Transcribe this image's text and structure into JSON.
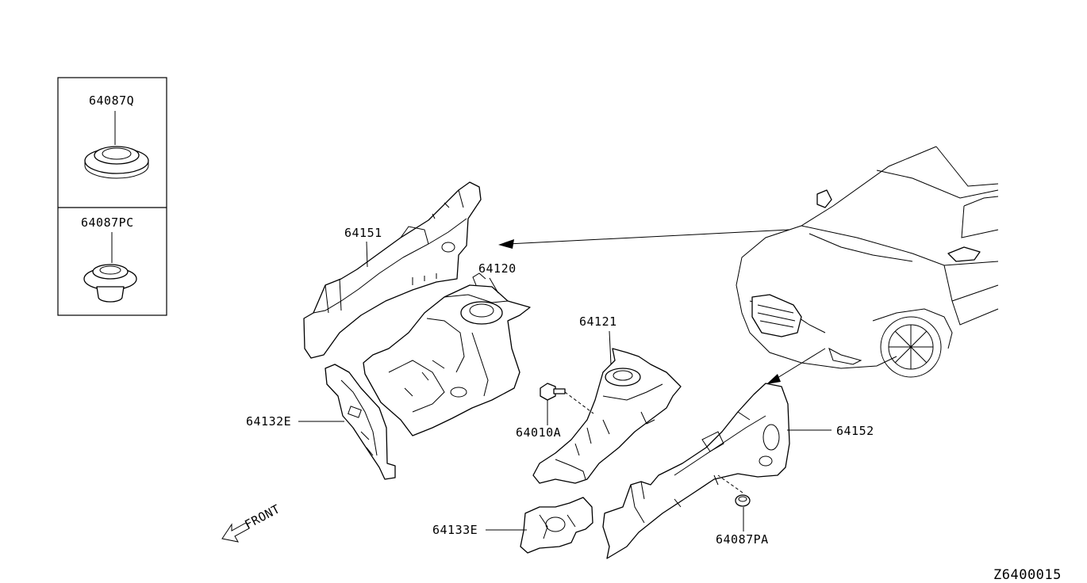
{
  "diagram": {
    "inset_labels": {
      "top": "64087Q",
      "bottom": "64087PC"
    },
    "part_labels": {
      "p64151": "64151",
      "p64120": "64120",
      "p64121": "64121",
      "p64132e": "64132E",
      "p64010a": "64010A",
      "p64152": "64152",
      "p64133e": "64133E",
      "p64087pa": "64087PA"
    },
    "front_label": "FRONT",
    "diagram_id": "Z6400015"
  }
}
